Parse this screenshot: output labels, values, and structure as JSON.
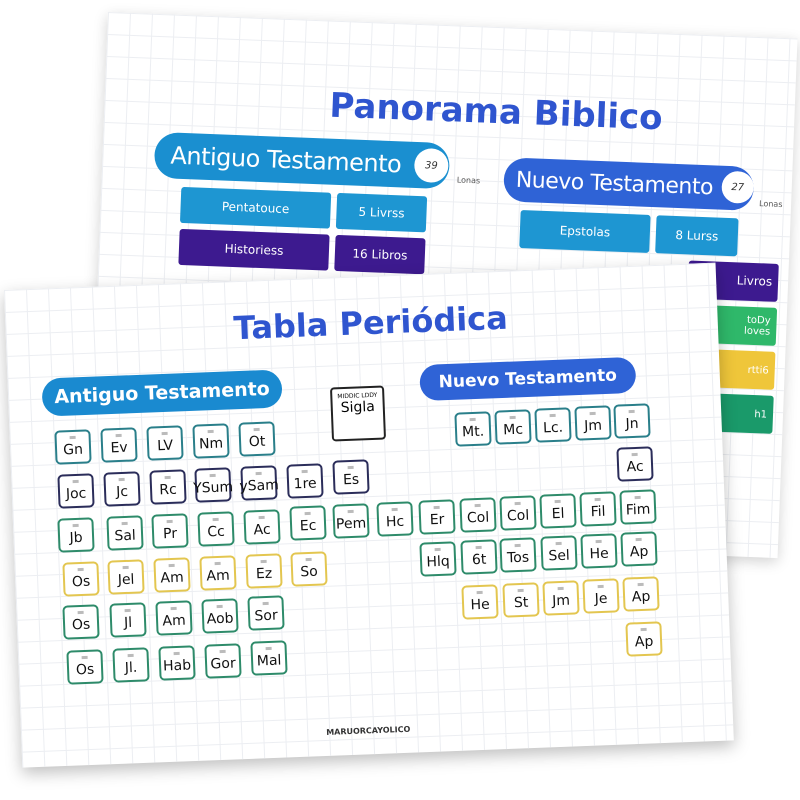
{
  "back_poster": {
    "title": "Panorama Biblico",
    "old_testament": {
      "label": "Antiguo Testamento",
      "count": "39",
      "count_label": "Lonas",
      "rows": [
        {
          "name": "Pentatouce",
          "books": "5 Livrss",
          "color": "#1e96d2"
        },
        {
          "name": "Historiess",
          "books": "16 Libros",
          "color": "#3d1a8f"
        }
      ]
    },
    "new_testament": {
      "label": "Nuevo Testamento",
      "count": "27",
      "count_label": "Lonas",
      "rows": [
        {
          "name": "Epstolas",
          "books": "8 Lurss",
          "color": "#1e96d2"
        },
        {
          "name": "",
          "books": "Livros",
          "color": "#3d1a8f"
        },
        {
          "name": "",
          "books": "toDy loves",
          "color": "#2fb86a"
        },
        {
          "name": "",
          "books": "rtti6",
          "color": "#efc63a"
        },
        {
          "name": "",
          "books": "h1",
          "color": "#1a9a6a"
        }
      ]
    }
  },
  "front_poster": {
    "title": "Tabla Periódica",
    "old_testament_label": "Antiguo Testamento",
    "new_testament_label": "Nuevo Testamento",
    "legend": {
      "top": "MIDDIC LDDY",
      "sigla": "Sigla"
    },
    "footer": "MARUORCAYOLICO",
    "colors": {
      "teal": "#2a7f8a",
      "navy": "#2b2d5a",
      "green": "#2e8b6a",
      "yellow": "#e3c650"
    },
    "old_testament_tiles": [
      {
        "s": "Gn",
        "c": "teal"
      },
      {
        "s": "Ev",
        "c": "teal"
      },
      {
        "s": "LV",
        "c": "teal"
      },
      {
        "s": "Nm",
        "c": "teal"
      },
      {
        "s": "Ot",
        "c": "teal"
      },
      {
        "s": "Joc",
        "c": "navy"
      },
      {
        "s": "Jc",
        "c": "navy"
      },
      {
        "s": "Rc",
        "c": "navy"
      },
      {
        "s": "YSum",
        "c": "navy"
      },
      {
        "s": "ySam",
        "c": "navy"
      },
      {
        "s": "1re",
        "c": "navy"
      },
      {
        "s": "Es",
        "c": "navy"
      },
      {
        "s": "Jb",
        "c": "green"
      },
      {
        "s": "Sal",
        "c": "green"
      },
      {
        "s": "Pr",
        "c": "green"
      },
      {
        "s": "Cc",
        "c": "green"
      },
      {
        "s": "Ac",
        "c": "green"
      },
      {
        "s": "Ec",
        "c": "green"
      },
      {
        "s": "Pem",
        "c": "green"
      },
      {
        "s": "Hc",
        "c": "green"
      },
      {
        "s": "Os",
        "c": "yellow"
      },
      {
        "s": "Jel",
        "c": "yellow"
      },
      {
        "s": "Am",
        "c": "yellow"
      },
      {
        "s": "Am",
        "c": "yellow"
      },
      {
        "s": "Ez",
        "c": "yellow"
      },
      {
        "s": "So",
        "c": "yellow"
      },
      {
        "s": "Os",
        "c": "green"
      },
      {
        "s": "Jl",
        "c": "green"
      },
      {
        "s": "Am",
        "c": "green"
      },
      {
        "s": "Aob",
        "c": "green"
      },
      {
        "s": "Sor",
        "c": "green"
      },
      {
        "s": "Os",
        "c": "green"
      },
      {
        "s": "Jl.",
        "c": "green"
      },
      {
        "s": "Hab",
        "c": "green"
      },
      {
        "s": "Gor",
        "c": "green"
      },
      {
        "s": "Mal",
        "c": "green"
      }
    ],
    "new_testament_tiles": [
      {
        "s": "Mt.",
        "c": "teal"
      },
      {
        "s": "Mc",
        "c": "teal"
      },
      {
        "s": "Lc.",
        "c": "teal"
      },
      {
        "s": "Jm",
        "c": "teal"
      },
      {
        "s": "Jn",
        "c": "teal"
      },
      {
        "s": "Ac",
        "c": "navy"
      },
      {
        "s": "Er",
        "c": "green"
      },
      {
        "s": "Col",
        "c": "green"
      },
      {
        "s": "Col",
        "c": "green"
      },
      {
        "s": "El",
        "c": "green"
      },
      {
        "s": "Fil",
        "c": "green"
      },
      {
        "s": "Fim",
        "c": "green"
      },
      {
        "s": "Hlq",
        "c": "green"
      },
      {
        "s": "6t",
        "c": "green"
      },
      {
        "s": "Tos",
        "c": "green"
      },
      {
        "s": "Sel",
        "c": "green"
      },
      {
        "s": "He",
        "c": "green"
      },
      {
        "s": "Ap",
        "c": "green"
      },
      {
        "s": "He",
        "c": "yellow"
      },
      {
        "s": "St",
        "c": "yellow"
      },
      {
        "s": "Jm",
        "c": "yellow"
      },
      {
        "s": "Je",
        "c": "yellow"
      },
      {
        "s": "Ap",
        "c": "yellow"
      },
      {
        "s": "Ap",
        "c": "yellow"
      }
    ]
  }
}
